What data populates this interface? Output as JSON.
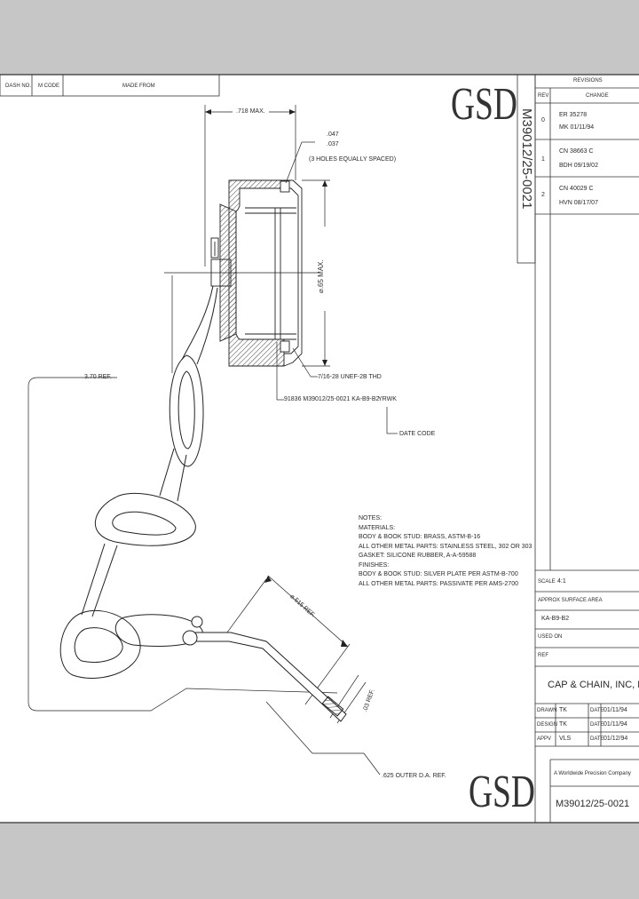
{
  "header": {
    "dash_no": "DASH NO.",
    "m_code": "M CODE",
    "made_from": "MADE FROM"
  },
  "logo_top": "GSD",
  "logo_bottom": "GSD",
  "vertical_part_no": "M39012/25-0021",
  "revisions": {
    "title": "REVISIONS",
    "col_rev": "REV",
    "col_change": "CHANGE",
    "rows": [
      {
        "rev": "0",
        "line1": "ER 35278",
        "line2": "MK 01/11/94"
      },
      {
        "rev": "1",
        "line1": "CN 38663 C",
        "line2": "BDH 09/19/02"
      },
      {
        "rev": "2",
        "line1": "CN 40029 C",
        "line2": "HVN 08/17/07"
      }
    ]
  },
  "title_block": {
    "scale_label": "SCALE",
    "scale_value": "4:1",
    "surface_label": "APPROX SURFACE AREA",
    "surface_value": "KA-B9-B2",
    "used_on_label": "USED ON",
    "ref_label": "REF",
    "company": "CAP & CHAIN, INC, M",
    "drawn_label": "DRAWN",
    "drawn_by": "TK",
    "drawn_date_label": "DATE",
    "drawn_date": "01/11/94",
    "design_label": "DESIGN",
    "design_by": "TK",
    "design_date_label": "DATE",
    "design_date": "01/11/94",
    "appv_label": "APPV",
    "appv_by": "VLS",
    "appv_date_label": "DATE",
    "appv_date": "01/12/94",
    "tagline": "A Worldwide Precision Company",
    "part_no": "M39012/25-0021"
  },
  "dimensions": {
    "max_width": ".718 MAX.",
    "hole_top": ".047",
    "hole_bottom": ".037",
    "holes_note": "(3 HOLES EQUALLY SPACED)",
    "diameter_max": "⌀.65 MAX.",
    "thread": "7/16-28 UNEF-2B THD",
    "marking_prefix": "91836 M39012/25-0021 KA-B9-B2",
    "marking_code": "YRWK",
    "date_code": "DATE CODE",
    "chain_ref": "3.70 REF.",
    "ring_ref": "⌀.515 REF.",
    "thickness_ref": ".03 REF.",
    "outer_dia": ".625 OUTER D.A. REF."
  },
  "notes": [
    "NOTES:",
    "   MATERIALS:",
    "      BODY & BOOK STUD: BRASS, ASTM-B-16",
    "      ALL OTHER METAL PARTS: STAINLESS STEEL, 302 OR 303",
    "      GASKET: SILICONE RUBBER, A-A-59588",
    "   FINISHES:",
    "      BODY & BOOK STUD: SILVER PLATE PER ASTM-B-700",
    "      ALL OTHER METAL PARTS: PASSIVATE PER AMS-2700"
  ]
}
